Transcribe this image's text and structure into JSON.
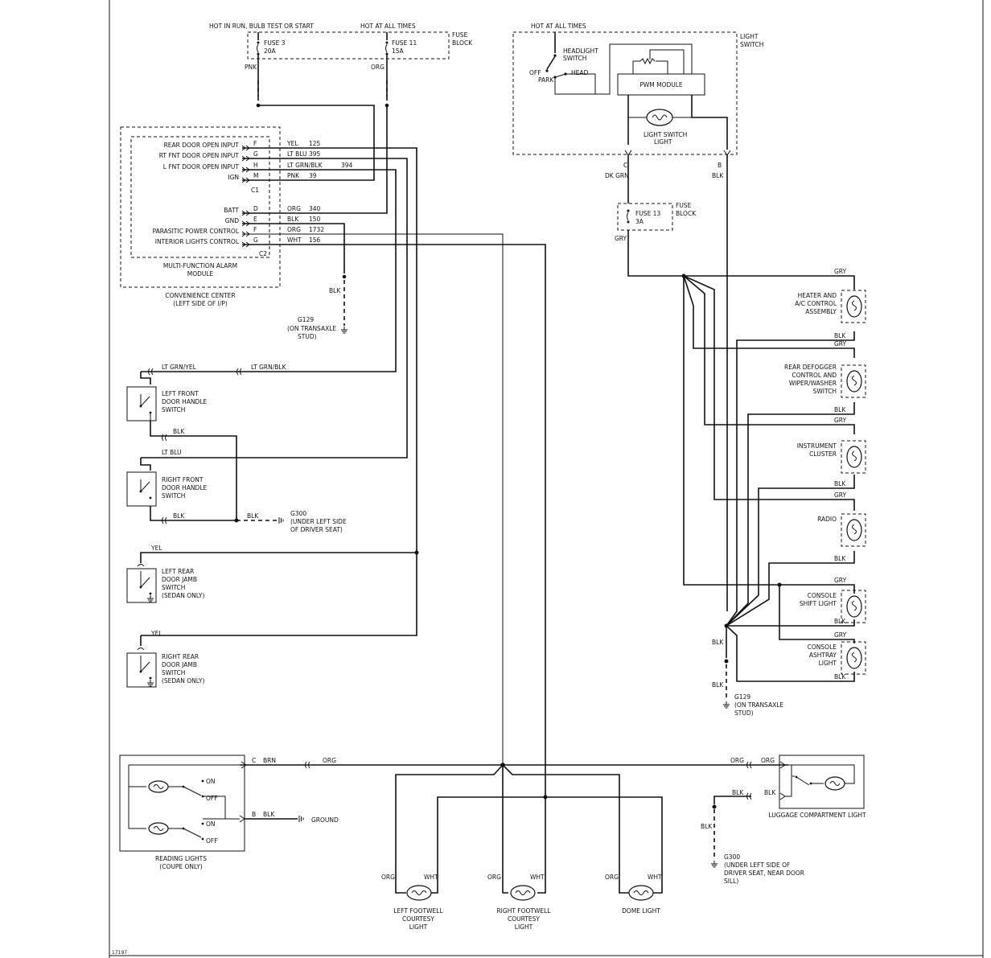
{
  "fuse_block": {
    "hot_run": "HOT IN RUN, BULB TEST OR START",
    "hot_all": "HOT AT ALL TIMES",
    "fuse3_name": "FUSE 3",
    "fuse3_rating": "20A",
    "fuse11_name": "FUSE 11",
    "fuse11_rating": "15A",
    "label1": "FUSE",
    "label2": "BLOCK",
    "wire_pnk": "PNK",
    "wire_org": "ORG"
  },
  "light_switch": {
    "hot_all": "HOT AT ALL TIMES",
    "label1": "LIGHT",
    "label2": "SWITCH",
    "headlight1": "HEADLIGHT",
    "headlight2": "SWITCH",
    "off": "OFF",
    "park": "PARK",
    "head": "HEAD",
    "pwm": "PWM MODULE",
    "lamp1": "LIGHT SWITCH",
    "lamp2": "LIGHT",
    "pin_c": "C",
    "pin_b": "B",
    "wire_dkgrn": "DK GRN",
    "wire_blk": "BLK"
  },
  "fuse13": {
    "name": "FUSE 13",
    "rating": "3A",
    "label1": "FUSE",
    "label2": "BLOCK",
    "wire_gry": "GRY"
  },
  "module": {
    "pins": [
      {
        "label": "REAR DOOR OPEN INPUT",
        "pin": "F",
        "color": "YEL",
        "circuit": "125"
      },
      {
        "label": "RT FNT DOOR OPEN INPUT",
        "pin": "G",
        "color": "LT BLU",
        "circuit": "395"
      },
      {
        "label": "L FNT DOOR OPEN INPUT",
        "pin": "H",
        "color": "LT GRN/BLK",
        "circuit": "394"
      },
      {
        "label": "IGN",
        "pin": "M",
        "color": "PNK",
        "circuit": "39"
      },
      {
        "label": "BATT",
        "pin": "D",
        "color": "ORG",
        "circuit": "340"
      },
      {
        "label": "GND",
        "pin": "E",
        "color": "BLK",
        "circuit": "150"
      },
      {
        "label": "PARASITIC POWER CONTROL",
        "pin": "F",
        "color": "ORG",
        "circuit": "1732"
      },
      {
        "label": "INTERIOR LIGHTS CONTROL",
        "pin": "G",
        "color": "WHT",
        "circuit": "156"
      }
    ],
    "c1": "C1",
    "c2": "C2",
    "name1": "MULTI-FUNCTION ALARM",
    "name2": "MODULE",
    "center1": "CONVENIENCE CENTER",
    "center2": "(LEFT SIDE OF I/P)"
  },
  "ground_g129_top": {
    "wire": "BLK",
    "name": "G129",
    "loc1": "(ON TRANSAXLE",
    "loc2": "STUD)"
  },
  "door_switches": {
    "lf_wire1": "LT GRN/YEL",
    "lf_wire2": "LT GRN/BLK",
    "lf_name1": "LEFT FRONT",
    "lf_name2": "DOOR HANDLE",
    "lf_name3": "SWITCH",
    "lf_blk": "BLK",
    "rf_wire": "LT BLU",
    "rf_name1": "RIGHT FRONT",
    "rf_name2": "DOOR HANDLE",
    "rf_name3": "SWITCH",
    "rf_blk": "BLK",
    "g300_wire": "BLK",
    "g300_name": "G300",
    "g300_loc1": "(UNDER LEFT SIDE",
    "g300_loc2": "OF DRIVER SEAT)",
    "lr_wire": "YEL",
    "lr_name1": "LEFT REAR",
    "lr_name2": "DOOR JAMB",
    "lr_name3": "SWITCH",
    "lr_name4": "(SEDAN ONLY)",
    "rr_wire": "YEL",
    "rr_name1": "RIGHT REAR",
    "rr_name2": "DOOR JAMB",
    "rr_name3": "SWITCH",
    "rr_name4": "(SEDAN ONLY)"
  },
  "dimmed": {
    "items": [
      {
        "name1": "HEATER AND",
        "name2": "A/C CONTROL",
        "name3": "ASSEMBLY",
        "wire_top": "GRY",
        "wire_bot": "BLK"
      },
      {
        "name1": "REAR DEFOGGER",
        "name2": "CONTROL AND",
        "name3": "WIPER/WASHER",
        "name4": "SWITCH",
        "wire_top": "GRY",
        "wire_bot": "BLK"
      },
      {
        "name1": "INSTRUMENT",
        "name2": "CLUSTER",
        "wire_top": "GRY",
        "wire_bot": "BLK"
      },
      {
        "name1": "RADIO",
        "wire_top": "GRY",
        "wire_bot": "BLK"
      },
      {
        "name1": "CONSOLE",
        "name2": "SHIFT LIGHT",
        "wire_top": "GRY",
        "wire_bot": "BLK"
      },
      {
        "name1": "CONSOLE",
        "name2": "ASHTRAY",
        "name3": "LIGHT",
        "wire_top": "GRY",
        "wire_bot": "BLK"
      }
    ],
    "blk1": "BLK",
    "blk2": "BLK",
    "g129_name": "G129",
    "g129_loc1": "(ON TRANSAXLE",
    "g129_loc2": "STUD)"
  },
  "reading_lights": {
    "pin_c": "C",
    "wire_brn": "BRN",
    "wire_org": "ORG",
    "pin_b": "B",
    "wire_blk": "BLK",
    "ground": "GROUND",
    "on1": "ON",
    "off1": "OFF",
    "on2": "ON",
    "off2": "OFF",
    "name1": "READING LIGHTS",
    "name2": "(COUPE ONLY)"
  },
  "courtesy": {
    "lf_org": "ORG",
    "lf_wht": "WHT",
    "lf_name1": "LEFT FOOTWELL",
    "lf_name2": "COURTESY",
    "lf_name3": "LIGHT",
    "rf_org": "ORG",
    "rf_wht": "WHT",
    "rf_name1": "RIGHT FOOTWELL",
    "rf_name2": "COURTESY",
    "rf_name3": "LIGHT",
    "dome_org": "ORG",
    "dome_wht": "WHT",
    "dome_name": "DOME LIGHT"
  },
  "luggage": {
    "wire_org1": "ORG",
    "wire_org2": "ORG",
    "wire_blk1": "BLK",
    "wire_blk2": "BLK",
    "wire_blk3": "BLK",
    "name": "LUGGAGE COMPARTMENT LIGHT",
    "g300_name": "G300",
    "g300_loc1": "(UNDER LEFT SIDE OF",
    "g300_loc2": "DRIVER SEAT, NEAR DOOR",
    "g300_loc3": "SILL)"
  },
  "footer": {
    "code": "17197"
  }
}
